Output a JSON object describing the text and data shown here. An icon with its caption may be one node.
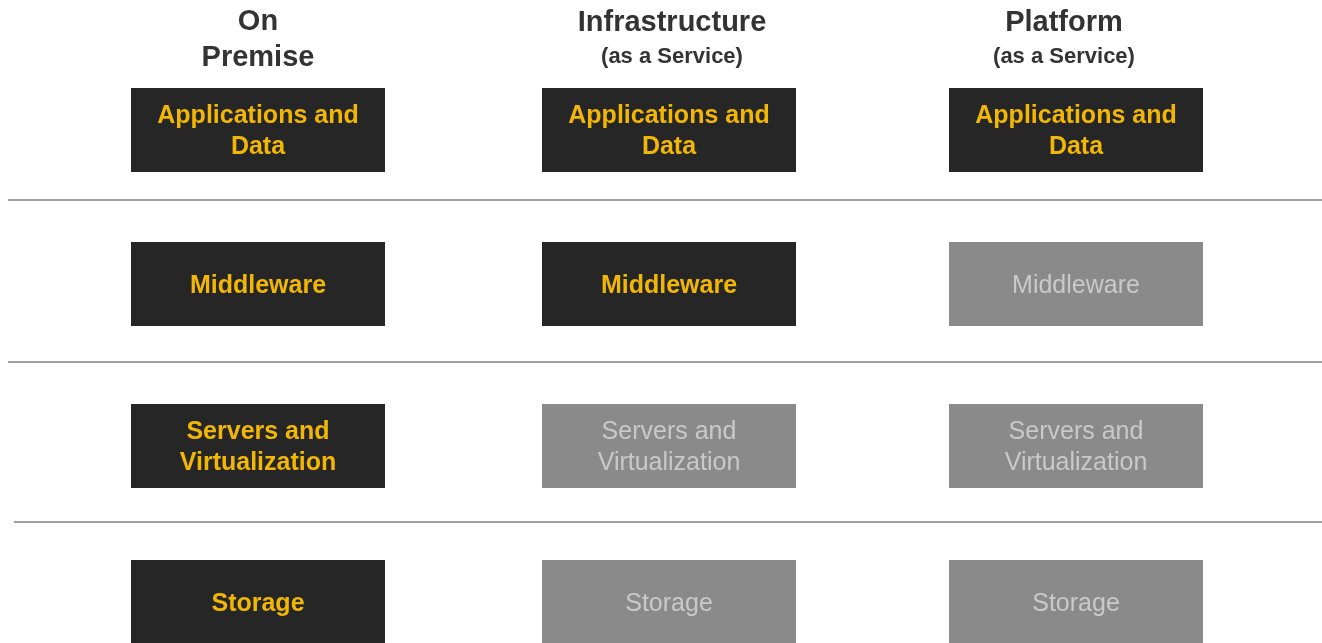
{
  "diagram": {
    "nodes": [
      {
        "text": [
          "Applications and Data"
        ]
      },
      {
        "text": [
          "Applications and Data"
        ]
      },
      {
        "text": [
          "Applications and Data"
        ]
      },
      {
        "text": [
          "Middleware"
        ]
      },
      {
        "text": [
          "Middleware"
        ]
      },
      {
        "text": [
          "Middleware"
        ]
      },
      {
        "text": [
          "Servers and Virtualization"
        ]
      },
      {
        "text": [
          "Servers and Virtualization"
        ]
      },
      {
        "text": [
          "Servers and Virtualization"
        ]
      },
      {
        "text": [
          "Storage"
        ]
      },
      {
        "text": [
          "Storage"
        ]
      },
      {
        "text": [
          "Storage"
        ]
      }
    ],
    "labels": [
      "On Premise",
      "Infrastructure",
      "(as a Service)",
      "Platform",
      "(as a Service)"
    ]
  }
}
